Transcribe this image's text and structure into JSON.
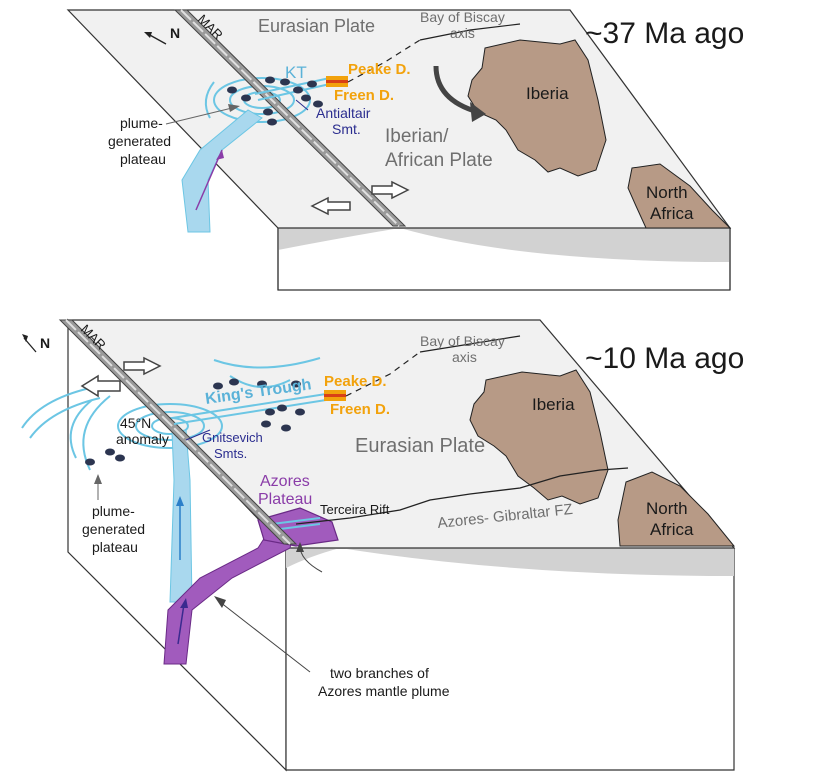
{
  "top_panel": {
    "time_label": "~37 Ma ago",
    "north": "N",
    "mar": "MAR",
    "eurasian_plate": "Eurasian Plate",
    "bay_of_biscay_1": "Bay of Biscay",
    "bay_of_biscay_2": "axis",
    "kt": "KT",
    "peake": "Peake D.",
    "freen": "Freen D.",
    "antialtair_1": "Antialtair",
    "antialtair_2": "Smt.",
    "iberian_1": "Iberian/",
    "iberian_2": "African Plate",
    "iberia": "Iberia",
    "north_africa_1": "North",
    "north_africa_2": "Africa",
    "plume_1": "plume-",
    "plume_2": "generated",
    "plume_3": "plateau"
  },
  "bottom_panel": {
    "time_label": "~10 Ma ago",
    "north": "N",
    "mar": "MAR",
    "bay_of_biscay_1": "Bay of Biscay",
    "bay_of_biscay_2": "axis",
    "kings_trough": "King's Trough",
    "peake": "Peake D.",
    "freen": "Freen D.",
    "iberia": "Iberia",
    "anomaly_1": "45°N",
    "anomaly_2": "anomaly",
    "gnitsevich_1": "Gnitsevich",
    "gnitsevich_2": "Smts.",
    "eurasian_plate": "Eurasian Plate",
    "azores_1": "Azores",
    "azores_2": "Plateau",
    "terceira": "Terceira Rift",
    "agfz": "Azores- Gibraltar FZ",
    "north_africa_1": "North",
    "north_africa_2": "Africa",
    "plume_1": "plume-",
    "plume_2": "generated",
    "plume_3": "plateau",
    "branches_1": "two branches of",
    "branches_2": "Azores mantle plume"
  },
  "colors": {
    "plate_surface": "#f1f1f1",
    "block_edge": "#d0d0d0",
    "land": "#b79a86",
    "plume_blue": "#a9d8ee",
    "ring_blue": "#6cc6e4",
    "plume_purple": "#a15bbd",
    "orange": "#f2a20c",
    "navy": "#2b2d8f"
  }
}
